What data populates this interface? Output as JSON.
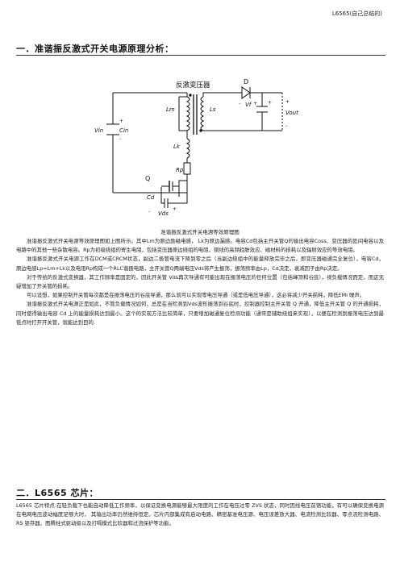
{
  "header": {
    "doc_label": "L6565(自己总结的)"
  },
  "section1": {
    "title": "一．准谐振反激式开关电源原理分析："
  },
  "circuit": {
    "transformer_label": "反激变压器",
    "labels": {
      "lm": "Lm",
      "lk": "Lk",
      "rp": "Rp",
      "ls": "Ls",
      "vin": "Vin",
      "cin": "Cin",
      "cd": "Cd",
      "q": "Q",
      "vds": "Vds",
      "vf": "Vf",
      "d": "D",
      "vout": "Vout",
      "plus": "+",
      "minus": "-"
    },
    "caption": "准谐振反激式开关电源等效原理图"
  },
  "paragraphs": [
    "准谐振反激式开关电源等效原理图如上图所示。其中Lm为原边励磁电感， Lk为原边漏感。电容Cd包括主开关管Q的输出电容Coss、变压器的匝间电容以及电路中的其他一些杂散电容。Rp为初级绕组的寄生电阻，包括变压器原边绕组的电阻，铜线的高频趋肤效应、磁材料的损耗以及辐射效应的等效电阻。",
    "准谐振反激式开关电源工作在DCM或CRCM状态，副边二极管电流下降到零之后（当副边绕组中的能量释放完毕之后，即变压器磁通完全复位），电容Cd， 原边电感Lp=Lm+Lk以及电阻Rp构成一个RLC谐振电路，主开关管Q两端电压Vds将产生振荡，振荡频率由Lp，Cd决定，衰减因子由Rp决定。",
    "对于传统的反激式变换器，其工作频率是固定的，因此开关管 Vds再次导通有可能出现在振荡电压的任何位置（包括峰顶和谷底），视负载情况而定。而这无疑增加了开关管的损耗。",
    "可以设想，如果控制开关管每次都是在振荡电压的谷底导通，那么就可以实现零电压导通（或是低电压导通），这必将减少开关损耗，降低EMI 噪声。",
    "准谐振反激式开关电源正是如此，不管负载情况如何，总是在当检测到Vds波形振荡到谷底时，控制器控制主开关管 Q 开通，降低主开关管 Q 的开通损耗，同时使得输出电容 Cd 上的能量损耗达到最小。这个的实现方法比较简单，只要增加磁通复位检测功能（通常是辅助绕组来实现），以便在检测到振荡电压达到最低点时打开开关管，就能达到目的."
  ],
  "section2": {
    "title": "二．L6565 芯片：",
    "paragraph": "L6565 芯片特点:在轻负载下也能自动降低工作频率，以保证变换电源能够最大限度的工作在电压过零 ZVS 状态，同时因线电压前馈功能，有可以确保变换电源在电网电压波动幅度足够大时， 其输出功率仍然维持恒定。芯片内部集成有启动电路、精密基准电压源、电压误差放大器、电流检测比较器、零点流检测电路、RS 锁存器、图腾柱式驱动级以及打嗝模式比较器和过流保护等功能。"
  }
}
